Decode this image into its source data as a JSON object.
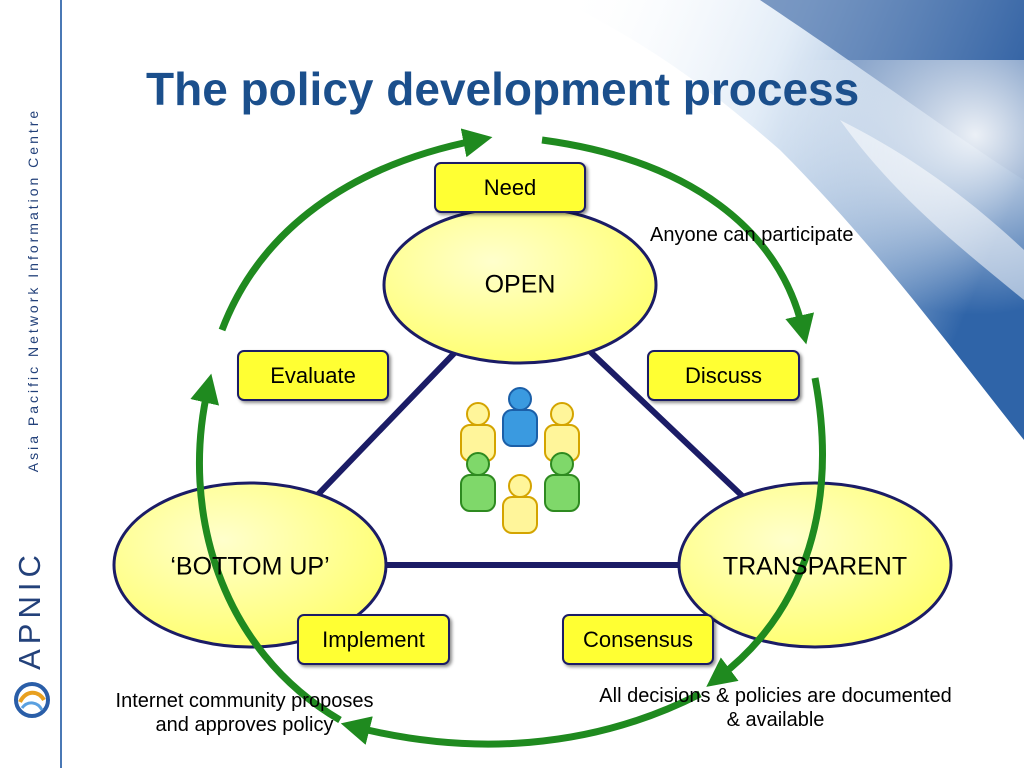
{
  "slide": {
    "title": "The policy development process",
    "sidebar_text": "Asia Pacific Network Information Centre",
    "brand": "APNIC"
  },
  "principles": {
    "open": "OPEN",
    "bottom_up": "‘BOTTOM UP’",
    "transparent": "TRANSPARENT"
  },
  "steps": {
    "need": "Need",
    "discuss": "Discuss",
    "consensus": "Consensus",
    "implement": "Implement",
    "evaluate": "Evaluate"
  },
  "notes": {
    "participate": "Anyone can participate",
    "documented_line1": "All decisions & policies are documented",
    "documented_line2": "& available",
    "community_line1": "Internet community proposes",
    "community_line2": "and approves policy"
  },
  "colors": {
    "title": "#1b4f8c",
    "ellipse_fill": "#ffff88",
    "step_box": "#ffff33",
    "outline": "#1b1c66",
    "arrow": "#1f8a1f"
  }
}
